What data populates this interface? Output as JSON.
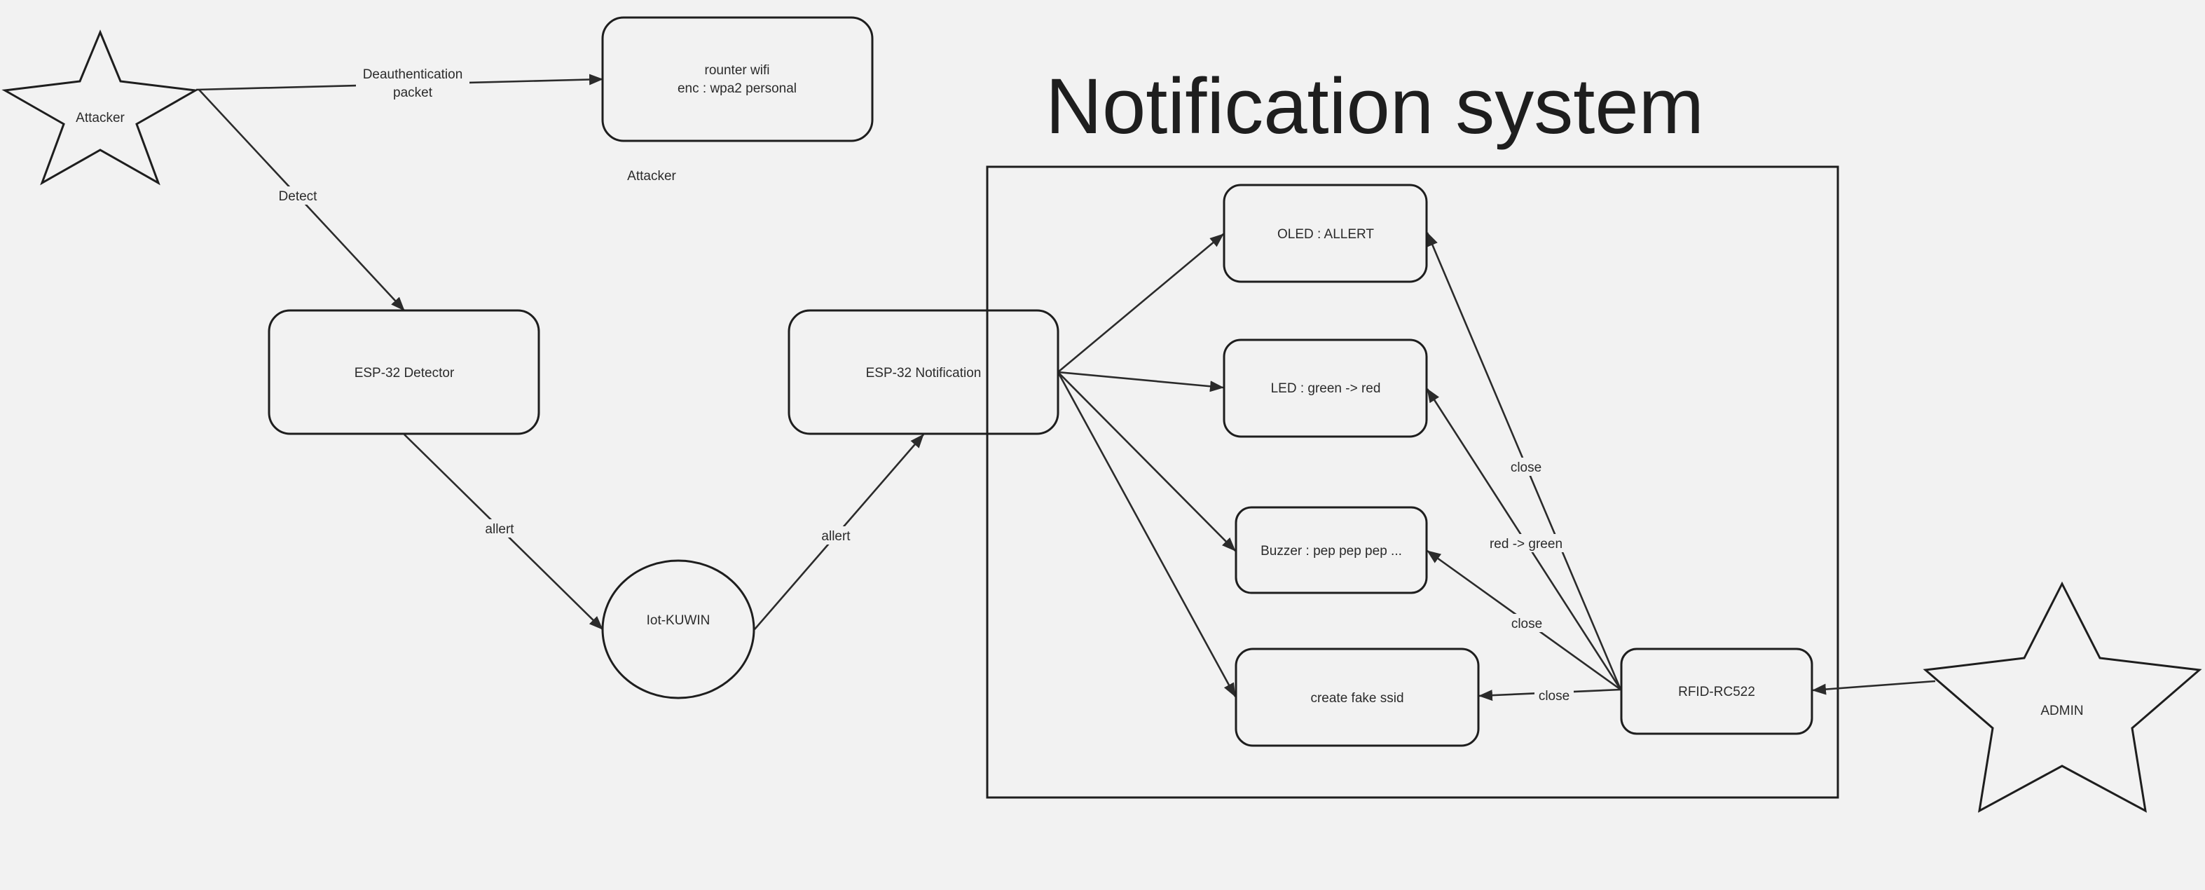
{
  "title": "Notification system",
  "nodes": {
    "attacker_star": {
      "label": "Attacker"
    },
    "router": {
      "line1": "rounter wifi",
      "line2": "enc : wpa2 personal"
    },
    "attacker_caption": {
      "label": "Attacker"
    },
    "detector": {
      "label": "ESP-32 Detector"
    },
    "notification": {
      "label": "ESP-32 Notification"
    },
    "iot": {
      "label": "Iot-KUWIN"
    },
    "oled": {
      "label": "OLED : ALLERT"
    },
    "led": {
      "label": "LED : green -> red"
    },
    "buzzer": {
      "label": "Buzzer : pep pep pep ..."
    },
    "fake_ssid": {
      "label": "create fake ssid"
    },
    "rfid": {
      "label": "RFID-RC522"
    },
    "admin_star": {
      "label": "ADMIN"
    }
  },
  "edges": {
    "deauth": {
      "line1": "Deauthentication",
      "line2": "packet"
    },
    "detect": {
      "label": "Detect"
    },
    "allert_1": {
      "label": "allert"
    },
    "allert_2": {
      "label": "allert"
    },
    "close_oled": {
      "label": "close"
    },
    "red_green": {
      "label": "red -> green"
    },
    "close_buzzer": {
      "label": "close"
    },
    "close_ssid": {
      "label": "close"
    }
  },
  "colors": {
    "background": "#f2f2f2",
    "stroke": "#1e1e1e",
    "text": "#2b2b2b"
  }
}
